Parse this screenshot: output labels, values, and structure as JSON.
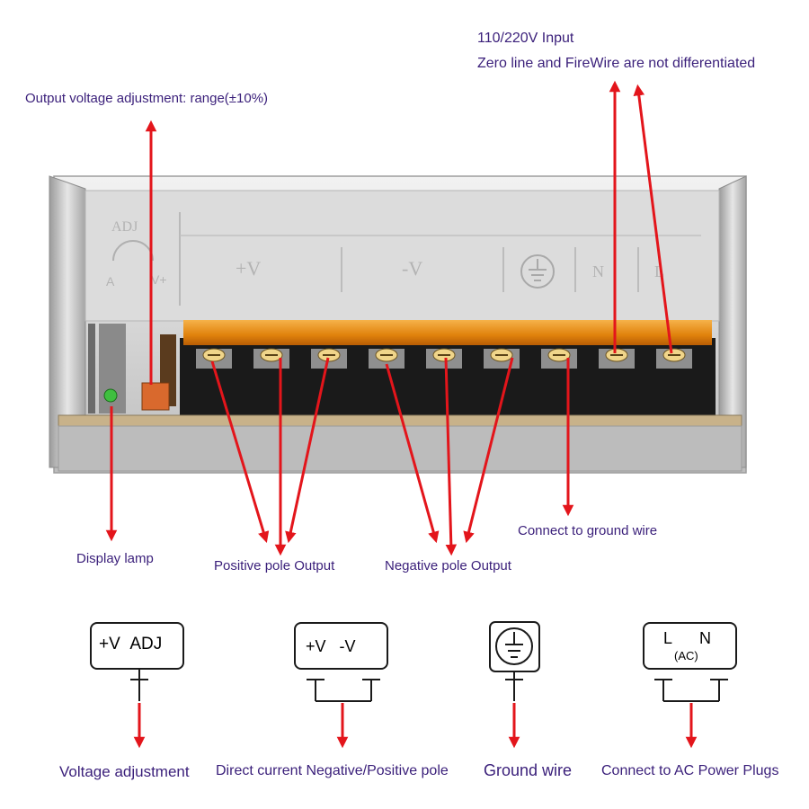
{
  "labels": {
    "input_line1": "110/220V Input",
    "input_line2": "Zero line and  FireWire are not differentiated",
    "output_voltage": "Output voltage adjustment: range(±10%)",
    "display_lamp": "Display lamp",
    "positive_output": "Positive pole Output",
    "negative_output": "Negative pole Output",
    "ground_wire_top": "Connect to ground wire"
  },
  "panel_markings": {
    "adj": "ADJ",
    "a": "A",
    "v_plus": "V+",
    "plus_v": "+V",
    "minus_v": "-V",
    "n": "N",
    "l": "L"
  },
  "legend": [
    {
      "box": [
        "+V",
        "ADJ"
      ],
      "caption": "Voltage adjustment"
    },
    {
      "box": [
        "+V",
        "-V"
      ],
      "caption": "Direct current Negative/Positive pole"
    },
    {
      "box": [],
      "caption": "Ground wire"
    },
    {
      "box": [
        "L",
        "N"
      ],
      "sub": "(AC)",
      "caption": "Connect to AC Power Plugs"
    }
  ],
  "colors": {
    "label_text": "#3a1f7a",
    "arrow": "#e3151b",
    "terminal_cover": "#e8890f",
    "terminal_block": "#1a1a1a",
    "chassis": "#c9c9c9"
  }
}
